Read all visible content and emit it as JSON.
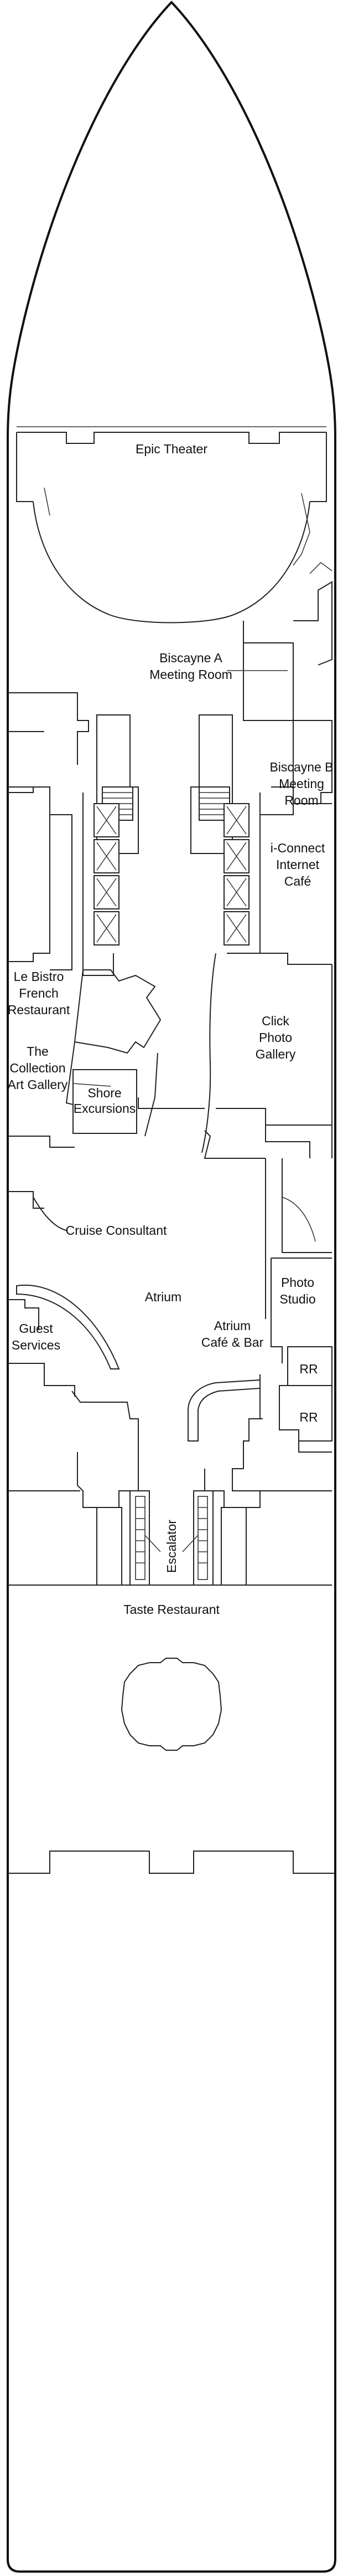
{
  "deck_plan": {
    "labels": {
      "epic_theater": "Epic Theater",
      "biscayne_a": [
        "Biscayne A",
        "Meeting Room"
      ],
      "biscayne_b": [
        "Biscayne B",
        "Meeting",
        "Room"
      ],
      "i_connect": [
        "i-Connect",
        "Internet",
        "Café"
      ],
      "le_bistro": [
        "Le Bistro",
        "French",
        "Restaurant"
      ],
      "click_photo": [
        "Click",
        "Photo",
        "Gallery"
      ],
      "collection": [
        "The",
        "Collection",
        "Art Gallery"
      ],
      "shore": [
        "Shore",
        "Excursions"
      ],
      "cruise_consultant": "Cruise Consultant",
      "atrium": "Atrium",
      "photo_studio": [
        "Photo",
        "Studio"
      ],
      "guest_services": [
        "Guest",
        "Services"
      ],
      "atrium_cafe": [
        "Atrium",
        "Café & Bar"
      ],
      "rr_upper": "RR",
      "rr_lower": "RR",
      "escalator": "Escalator",
      "taste": "Taste Restaurant"
    }
  }
}
